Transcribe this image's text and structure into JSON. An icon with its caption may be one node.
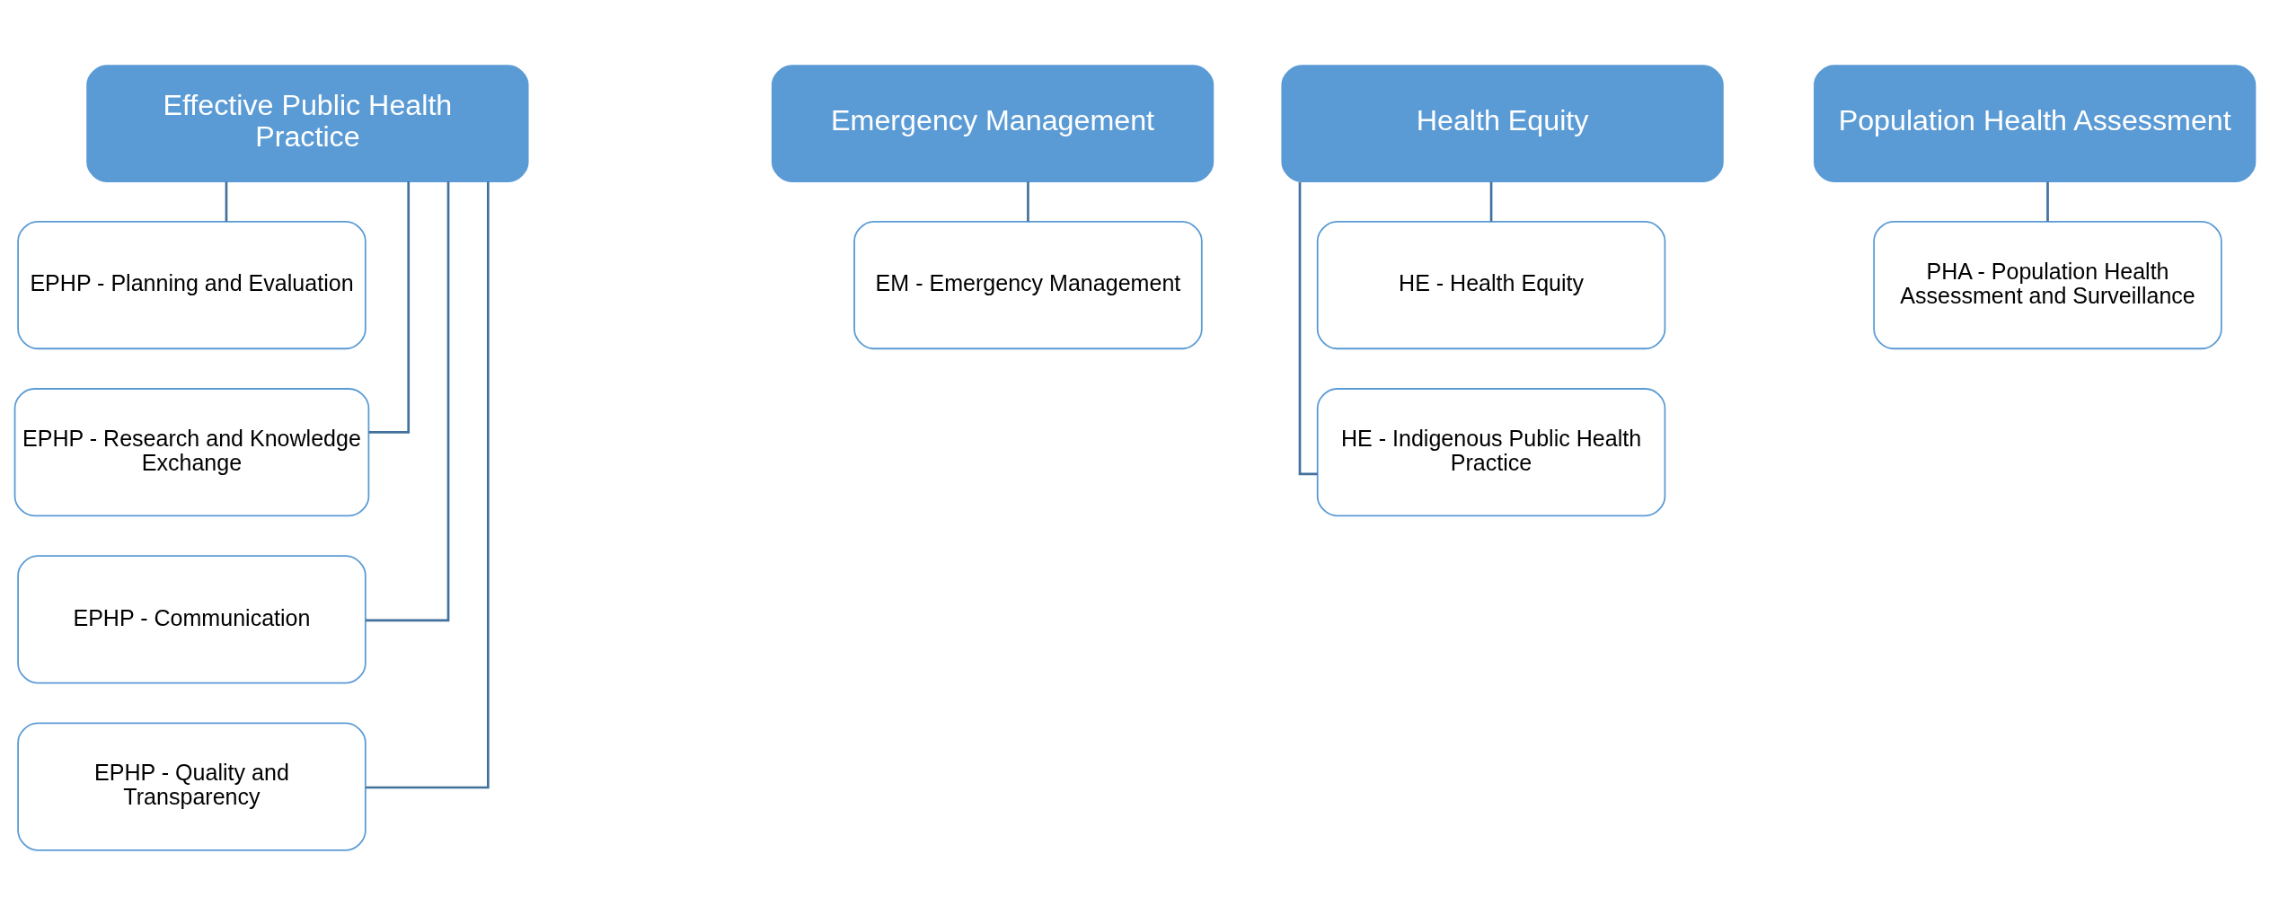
{
  "diagram": {
    "nodes": [
      {
        "text": [
          "Effective Public Health Practice"
        ]
      },
      {
        "text": [
          "EPHP - Planning and Evaluation"
        ]
      },
      {
        "text": [
          "EPHP - Research and Knowledge Exchange"
        ]
      },
      {
        "text": [
          "EPHP - Communication"
        ]
      },
      {
        "text": [
          "EPHP - Quality and Transparency"
        ]
      },
      {
        "text": [
          "Emergency Management"
        ]
      },
      {
        "text": [
          "EM - Emergency Management"
        ]
      },
      {
        "text": [
          "Health Equity"
        ]
      },
      {
        "text": [
          "HE - Health Equity"
        ]
      },
      {
        "text": [
          "HE - Indigenous Public Health Practice"
        ]
      },
      {
        "text": [
          "Population Health Assessment"
        ]
      },
      {
        "text": [
          "PHA - Population Health Assessment and Surveillance"
        ]
      }
    ],
    "edges": [
      {
        "from": 0,
        "to": 1,
        "arrow": "none"
      },
      {
        "from": 0,
        "to": 2,
        "arrow": "none"
      },
      {
        "from": 0,
        "to": 3,
        "arrow": "none"
      },
      {
        "from": 0,
        "to": 4,
        "arrow": "none"
      },
      {
        "from": 5,
        "to": 6,
        "arrow": "none"
      },
      {
        "from": 7,
        "to": 8,
        "arrow": "none"
      },
      {
        "from": 7,
        "to": 9,
        "arrow": "none"
      },
      {
        "from": 10,
        "to": 11,
        "arrow": "none"
      }
    ]
  }
}
